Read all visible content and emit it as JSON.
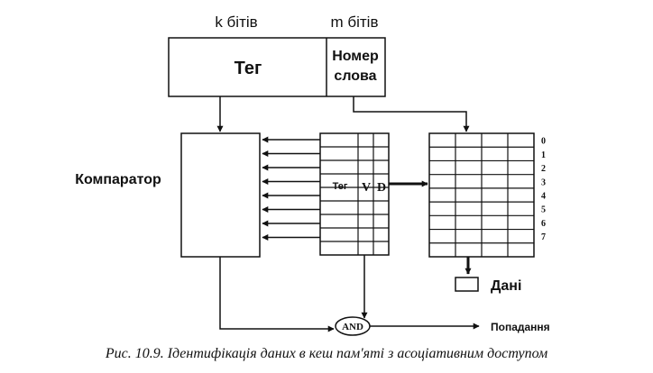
{
  "labels": {
    "k_bits": "k бітів",
    "m_bits": "m бітів",
    "tag": "Тег",
    "word_number_line1": "Номер",
    "word_number_line2": "слова",
    "comparator": "Компаратор",
    "row_tag": "Тег",
    "row_v": "V",
    "row_d": "D",
    "data": "Дані",
    "and_gate": "AND",
    "hit": "Попадання"
  },
  "row_indices": [
    "0",
    "1",
    "2",
    "3",
    "4",
    "5",
    "6",
    "7"
  ],
  "caption": "Рис. 10.9. Ідентифікація даних в кеш пам'яті з асоціативним доступом",
  "colors": {
    "stroke": "#111111",
    "background": "#ffffff"
  }
}
